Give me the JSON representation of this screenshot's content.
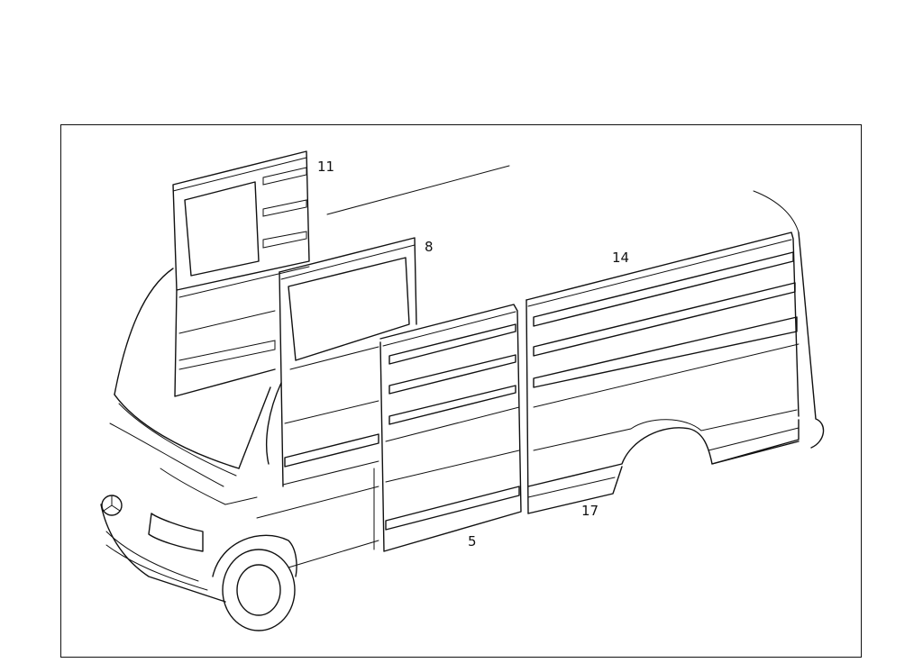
{
  "callouts": {
    "panel_rear_upper": "11",
    "panel_door_upper": "8",
    "panel_side_long": "14",
    "panel_sliding_door": "5",
    "panel_wheel_arch": "17"
  },
  "colors": {
    "line": "#111111",
    "background": "#ffffff"
  }
}
